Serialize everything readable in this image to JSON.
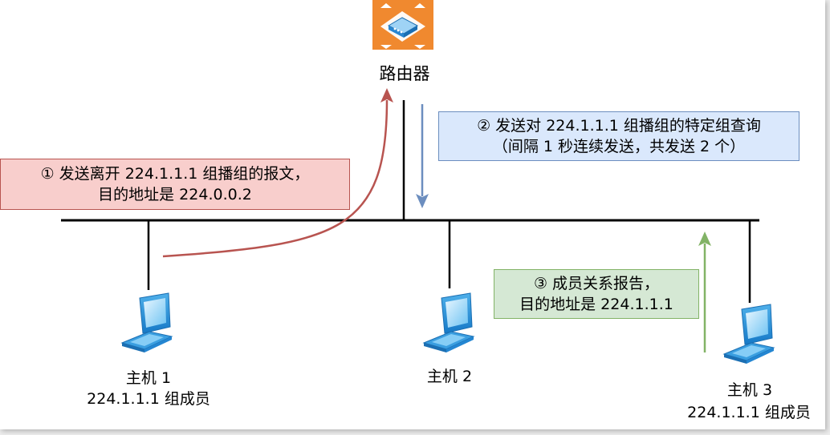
{
  "router": {
    "label": "路由器",
    "icon": "router-icon",
    "icon_bg_color": "#f0892f"
  },
  "hosts": [
    {
      "name": "主机 1",
      "member": "224.1.1.1 组成员",
      "icon": "computer-icon"
    },
    {
      "name": "主机 2",
      "icon": "computer-icon"
    },
    {
      "name": "主机 3",
      "member": "224.1.1.1 组成员",
      "icon": "computer-icon"
    }
  ],
  "notes": {
    "leave": {
      "line1": "① 发送离开 224.1.1.1 组播组的报文，",
      "line2": "目的地址是 224.0.0.2",
      "fill": "#f8cecc",
      "stroke": "#b85450"
    },
    "query": {
      "line1": "② 发送对 224.1.1.1 组播组的特定组查询",
      "line2": "（间隔 1 秒连续发送，共发送 2 个）",
      "fill": "#dae8fc",
      "stroke": "#6c8ebf"
    },
    "report": {
      "line1": "③ 成员关系报告，",
      "line2": "目的地址是 224.1.1.1",
      "fill": "#d5e8d4",
      "stroke": "#82b366"
    }
  },
  "arrows": {
    "leave_color": "#b85450",
    "query_color": "#6c8ebf",
    "report_color": "#82b366"
  }
}
